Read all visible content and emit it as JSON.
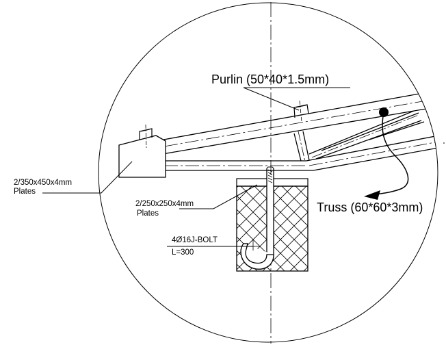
{
  "labels": {
    "purlin": "Purlin (50*40*1.5mm)",
    "truss": "Truss (60*60*3mm)",
    "plate_top_line1": "2/350x450x4mm",
    "plate_top_line2": "Plates",
    "plate_base_line1": "2/250x250x4mm",
    "plate_base_line2": "Plates",
    "bolt_line1": "4Ø16J-BOLT",
    "bolt_line2": "L=300"
  },
  "colors": {
    "ink": "#000000",
    "background": "#ffffff"
  }
}
